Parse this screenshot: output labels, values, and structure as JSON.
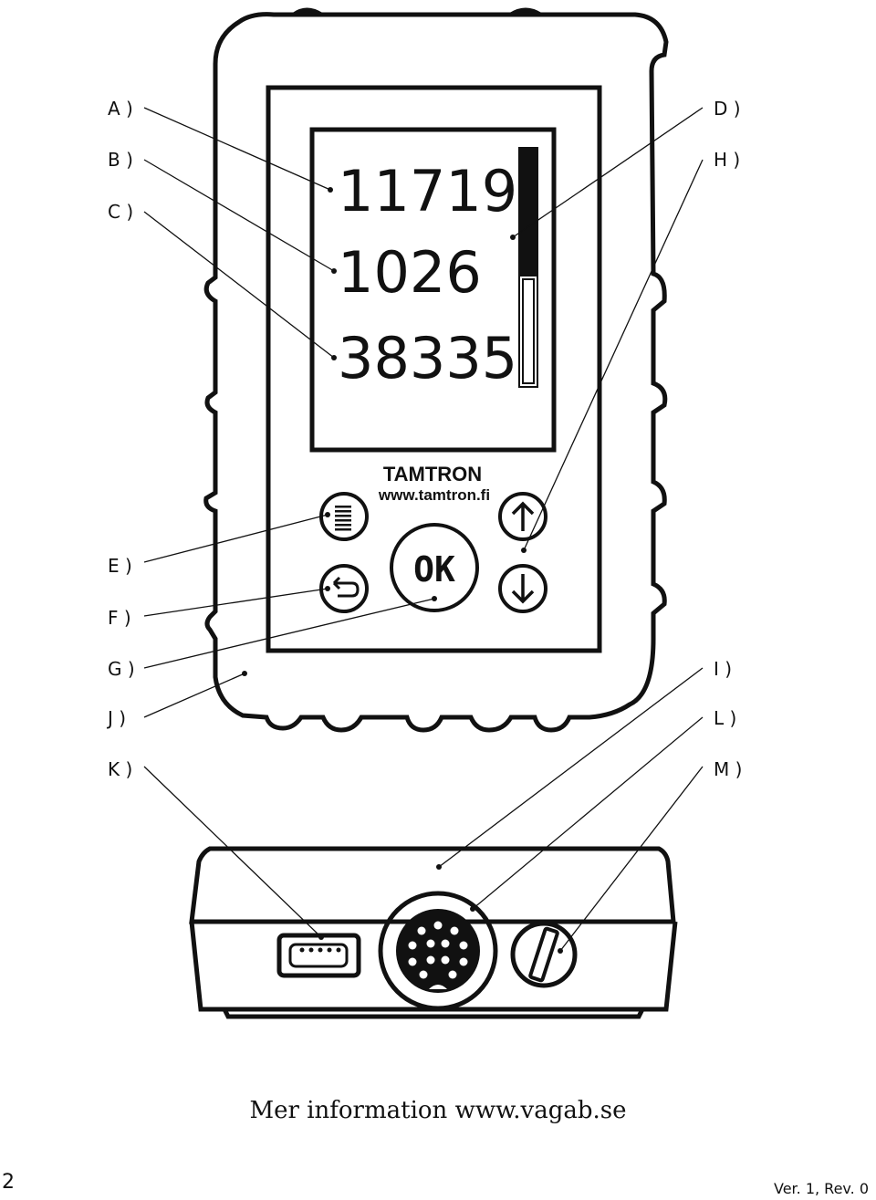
{
  "labels": {
    "a": "A )",
    "b": "B )",
    "c": "C )",
    "d": "D )",
    "h": "H )",
    "e": "E )",
    "f": "F )",
    "g": "G )",
    "i": "I )",
    "j": "J )",
    "l": "L )",
    "k": "K )",
    "m": "M )"
  },
  "display": {
    "value_a": "11719",
    "value_b": "1026",
    "value_c": "38335",
    "level_fill": 0.46
  },
  "brand": {
    "name": "TAMTRON",
    "url": "www.tamtron.fi"
  },
  "buttons": {
    "ok_label": "OK"
  },
  "footer": {
    "info": "Mer information www.vagab.se",
    "page_number": "2",
    "version": "Ver. 1, Rev. 0"
  }
}
